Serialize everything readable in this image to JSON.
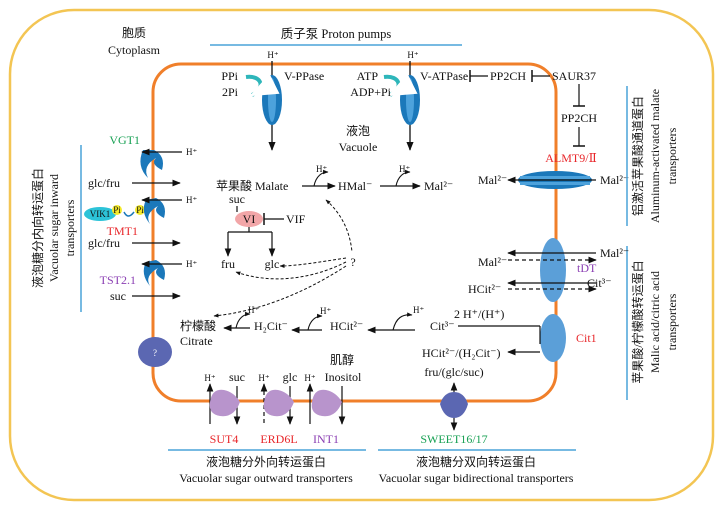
{
  "cytoplasm": {
    "zh": "胞质",
    "en": "Cytoplasm"
  },
  "vacuole": {
    "zh": "液泡",
    "en": "Vacuole"
  },
  "proton_pumps": {
    "title": "质子泵 Proton pumps",
    "h": "H⁺",
    "vppase": "V-PPase",
    "ppi": "PPi",
    "two_pi": "2Pi",
    "vatpase": "V-ATPase",
    "atp": "ATP",
    "adp": "ADP+Pi"
  },
  "regulators": {
    "pp2ch_a": "PP2CH",
    "saur37": "SAUR37",
    "pp2ch_b": "PP2CH"
  },
  "inward": {
    "title_zh": "液泡糖分内向转运蛋白",
    "title_en1": "Vacuolar sugar inward",
    "title_en2": "transporters",
    "h": "H⁺",
    "vgt1": "VGT1",
    "glc_fru_1": "glc/fru",
    "vik1": "VIK1",
    "pi": "Pi",
    "tmt1": "TMT1",
    "glc_fru_2": "glc/fru",
    "tst21": "TST2.1",
    "suc": "suc"
  },
  "center": {
    "malate_label": "苹果酸 Malate",
    "h": "H⁺",
    "hmal": "HMal⁻",
    "mal2": "Mal²⁻",
    "suc": "suc",
    "vi": "VI",
    "vif": "VIF",
    "fru": "fru",
    "glc": "glc",
    "q": "?",
    "citrate_zh": "柠檬酸",
    "citrate_en": "Citrate",
    "h2cit": "H₂Cit⁻",
    "hcit": "HCit²⁻",
    "cit3": "Cit³⁻",
    "two_h": "2 H⁺/(H⁺)",
    "hcit_h2cit": "HCit²⁻/(H₂Cit⁻)",
    "unknown": "?"
  },
  "almt": {
    "title_zh": "铝激活苹果酸通道蛋白",
    "title_en1": "Aluminum-activated malate",
    "title_en2": "transporters",
    "name": "ALMT9/Ⅱ",
    "mal_left": "Mal²⁻",
    "mal_right": "Mal²⁻"
  },
  "malic_citric": {
    "title_zh": "苹果酸/柠檬酸转运蛋白",
    "title_en1": "Malic acid/citric acid",
    "title_en2": "transporters",
    "tdt": "tDT",
    "mal_a": "Mal²⁻",
    "mal_b": "Mal²⁻",
    "hcit": "HCit²⁻",
    "cit": "Cit³⁻",
    "cit1": "Cit1"
  },
  "outward": {
    "title_zh": "液泡糖分外向转运蛋白",
    "title_en": "Vacuolar sugar outward transporters",
    "h": "H⁺",
    "suc": "suc",
    "glc": "glc",
    "inositol_zh": "肌醇",
    "inositol_en": "Inositol",
    "sut4": "SUT4",
    "erd6l": "ERD6L",
    "int1": "INT1"
  },
  "bidirectional": {
    "title_zh": "液泡糖分双向转运蛋白",
    "title_en": "Vacuolar sugar bidirectional transporters",
    "sugars": "fru/(glc/suc)",
    "sweet": "SWEET16/17"
  },
  "colors": {
    "outer_border": "#f3c553",
    "membrane": "#f07f2a",
    "transporter_blue": "#1b78ba",
    "transporter_light": "#4da2dc",
    "purple": "#b894cc",
    "indigo": "#5b67b2",
    "red_label": "#e8262a",
    "green_label": "#18a154",
    "purple_label": "#8b3fb3",
    "header_line": "#4aa3d8",
    "teal": "#2eb6ba",
    "vi_fill": "#f2a6a8",
    "vik1_fill": "#2cc3d8",
    "pi_fill": "#f4ea2a"
  }
}
